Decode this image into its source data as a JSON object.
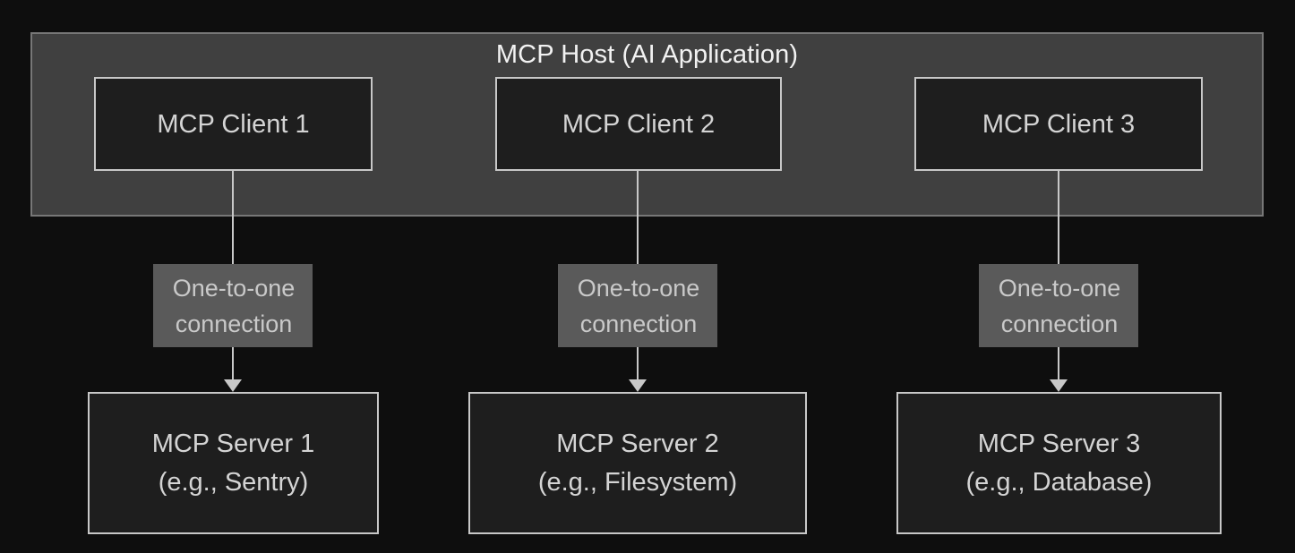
{
  "diagram": {
    "title": "MCP Host (AI Application)",
    "host": {
      "label": "MCP Host (AI Application)"
    },
    "clients": [
      {
        "label": "MCP Client 1"
      },
      {
        "label": "MCP Client 2"
      },
      {
        "label": "MCP Client 3"
      }
    ],
    "connections": [
      {
        "line1": "One-to-one",
        "line2": "connection"
      },
      {
        "line1": "One-to-one",
        "line2": "connection"
      },
      {
        "line1": "One-to-one",
        "line2": "connection"
      }
    ],
    "servers": [
      {
        "name": "MCP Server 1",
        "example": "(e.g., Sentry)"
      },
      {
        "name": "MCP Server 2",
        "example": "(e.g., Filesystem)"
      },
      {
        "name": "MCP Server 3",
        "example": "(e.g., Database)"
      }
    ],
    "colors": {
      "background": "#0e0e0e",
      "host_fill": "#404040",
      "host_border": "#777777",
      "box_fill": "#1e1e1e",
      "box_border": "#c8c8c8",
      "label_fill": "#5a5a5a",
      "text": "#d4d4d4",
      "title_text": "#f2f2f2",
      "connector": "#c8c8c8"
    }
  }
}
